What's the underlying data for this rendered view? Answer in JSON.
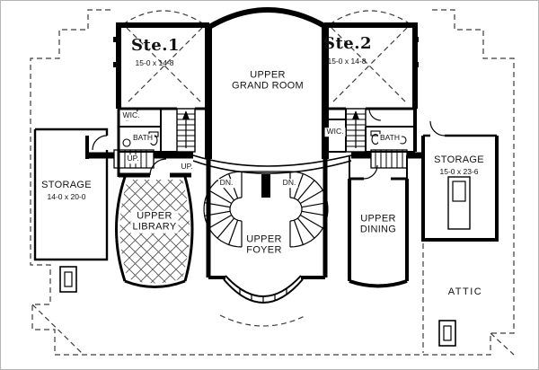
{
  "colors": {
    "wall": "#000000",
    "roof_dash": "#3c3c3c",
    "background": "#ffffff",
    "text": "#111111"
  },
  "rooms": {
    "ste1": {
      "title": "Ste.1",
      "dims": "15-0 x 14-8"
    },
    "ste2": {
      "title": "Ste.2",
      "dims": "15-0 x 14-8"
    },
    "grand_room": {
      "label": "UPPER\nGRAND ROOM"
    },
    "library": {
      "label": "UPPER\nLIBRARY"
    },
    "foyer": {
      "label": "UPPER\nFOYER"
    },
    "dining": {
      "label": "UPPER\nDINING"
    },
    "storage_left": {
      "title": "STORAGE",
      "dims": "14-0 x 20-0"
    },
    "storage_right": {
      "title": "STORAGE",
      "dims": "15-0 x 23-6"
    },
    "attic": {
      "label": "ATTIC"
    },
    "wic_left": {
      "label": "WIC."
    },
    "wic_right": {
      "label": "WIC."
    },
    "bath_left": {
      "label": "BATH"
    },
    "bath_right": {
      "label": "BATH"
    }
  },
  "stairs": {
    "up_left": "UP.",
    "up_main": "UP.",
    "dn_left": "DN.",
    "dn_right": "DN."
  }
}
